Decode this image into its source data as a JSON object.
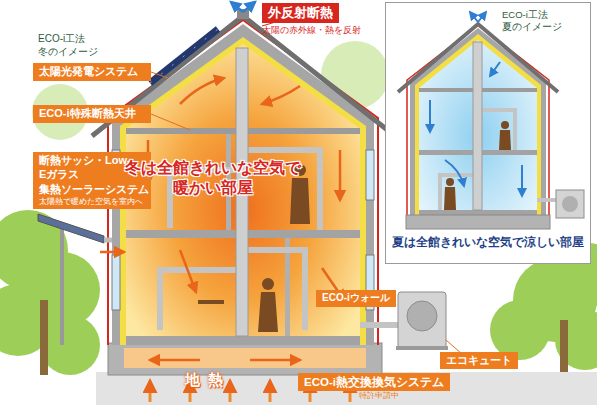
{
  "diagram": {
    "title": "ECO-i工法 冬のイメージ",
    "nodes": [
      {
        "text": [
          "外反射断熱",
          "太陽の赤外線・熱を反射"
        ]
      },
      {
        "text": [
          "ECO-i工法 夏のイメージ",
          "夏は全館きれいな空気で涼しい部屋"
        ]
      },
      {
        "text": [
          "太陽光発電システム"
        ]
      },
      {
        "text": [
          "ECO-i特殊断熱天井"
        ]
      },
      {
        "text": [
          "断熱サッシ・Low-Eガラス"
        ]
      },
      {
        "text": [
          "集熱ソーラーシステム",
          "太陽熱で暖めた空気を室内へ"
        ]
      },
      {
        "text": [
          "ECO-iウォール"
        ]
      },
      {
        "text": [
          "エコキュート"
        ]
      },
      {
        "text": [
          "ECO-i熱交換換気システム",
          "特許申請中"
        ]
      }
    ],
    "labels": [
      "冬は全館きれいな空気で 暖かい部屋",
      "地熱"
    ]
  }
}
